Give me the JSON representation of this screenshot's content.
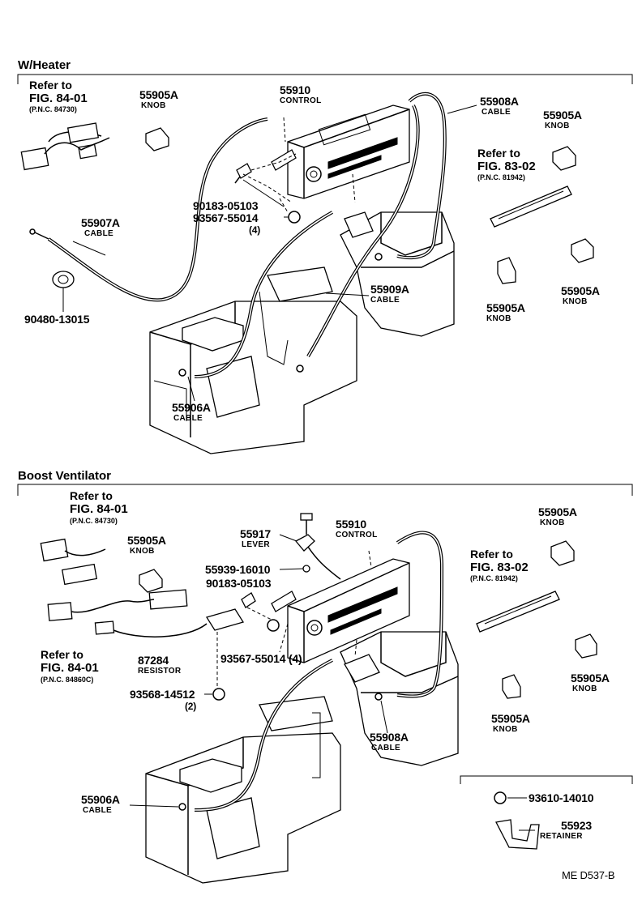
{
  "sections": {
    "heater": "W/Heater",
    "boost": "Boost Ventilator"
  },
  "refs": {
    "ref_to": "Refer to",
    "fig_84_01": "FIG. 84-01",
    "pnc_84730": "(P.N.C. 84730)",
    "fig_83_02": "FIG. 83-02",
    "pnc_81942": "(P.N.C. 81942)",
    "pnc_84860c": "(P.N.C. 84860C)"
  },
  "parts": {
    "p55905A": "55905A",
    "p55910": "55910",
    "p55908A": "55908A",
    "p55907A": "55907A",
    "p55909A": "55909A",
    "p55906A": "55906A",
    "p90480": "90480-13015",
    "p90183": "90183-05103",
    "p93567": "93567-55014",
    "p93567_qty": "(4)",
    "p93567_full": "93567-55014  (4)",
    "p55917": "55917",
    "p55939": "55939-16010",
    "p87284": "87284",
    "p93568": "93568-14512",
    "p93568_qty": "(2)",
    "p93610": "93610-14010",
    "p55923": "55923"
  },
  "names": {
    "knob": "KNOB",
    "control": "CONTROL",
    "cable": "CABLE",
    "lever": "LEVER",
    "resistor": "RESISTOR",
    "retainer": "RETAINER"
  },
  "footer": {
    "code": "ME  D537-B"
  }
}
